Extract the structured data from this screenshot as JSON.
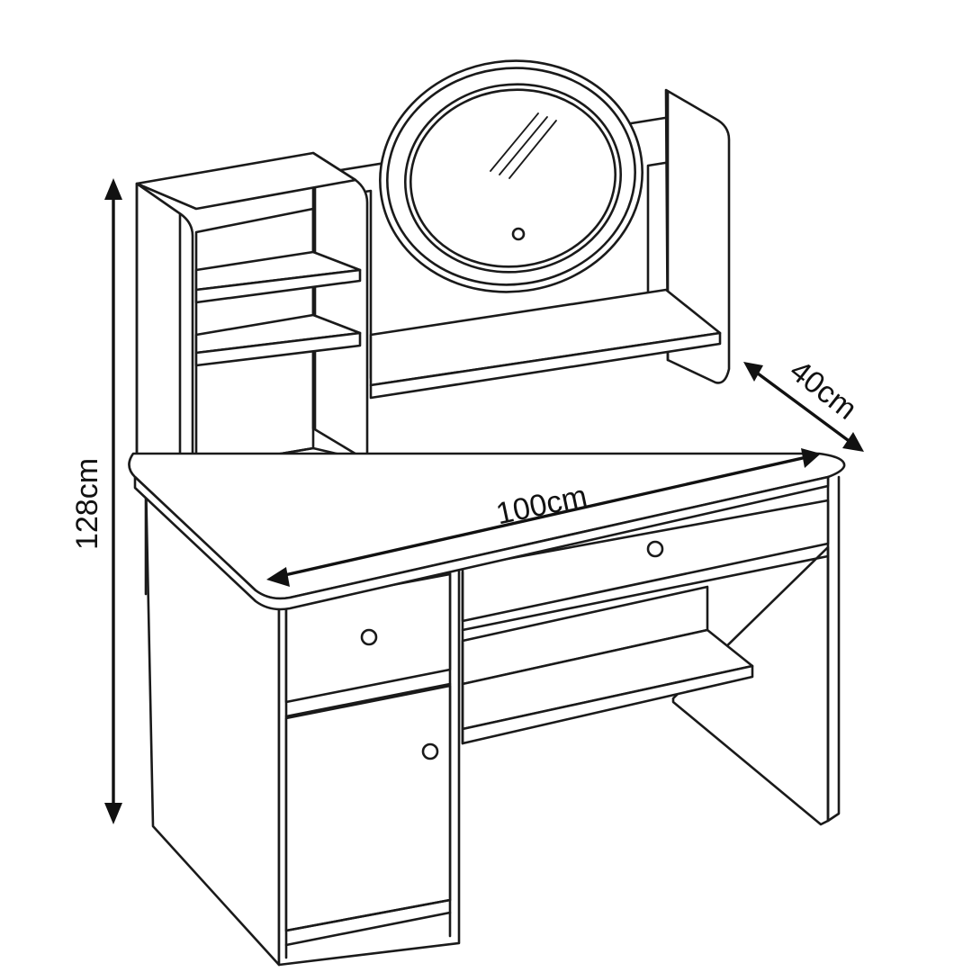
{
  "colors": {
    "line": "#1a1a1a",
    "background": "#ffffff"
  },
  "dimensions": {
    "height_label": "128cm",
    "width_label": "100cm",
    "depth_label": "40cm"
  }
}
